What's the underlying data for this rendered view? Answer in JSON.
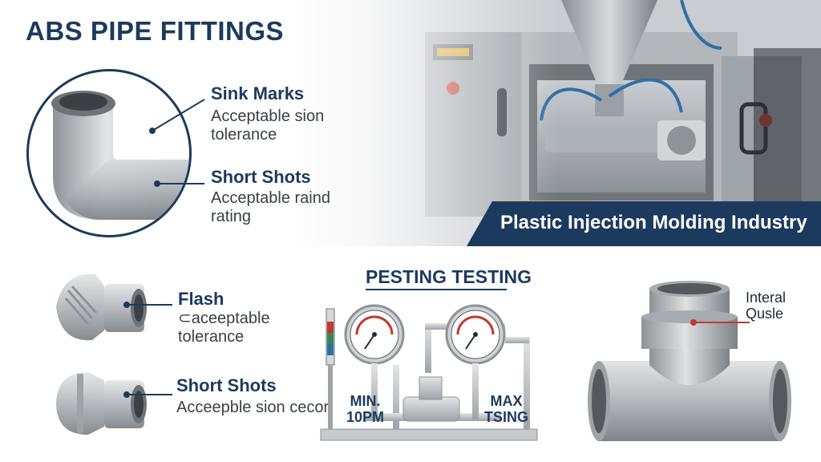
{
  "title": "ABS PIPE FITTINGS",
  "banner": {
    "industry": "Plastic Injection Molding Industry"
  },
  "defects_top": [
    {
      "title": "Sink Marks",
      "desc": "Acceptable sion tolerance"
    },
    {
      "title": "Short Shots",
      "desc": "Acceptable raind rating"
    }
  ],
  "defects_bottom": [
    {
      "title": "Flash",
      "desc": "⊂aceeptable tolerance"
    },
    {
      "title": "Short Shots",
      "desc": "Acceepble sion cecor"
    }
  ],
  "testing": {
    "title": "PESTING TESTING",
    "left_label_1": "MIN.",
    "left_label_2": "10PM",
    "right_label_1": "MAX",
    "right_label_2": "TSING"
  },
  "tee": {
    "label_1": "Interal",
    "label_2": "Qusle"
  },
  "colors": {
    "navy": "#1c3a5e",
    "accent_blue": "#2e6fa8",
    "pvc_gray": "#b9bcc0"
  }
}
